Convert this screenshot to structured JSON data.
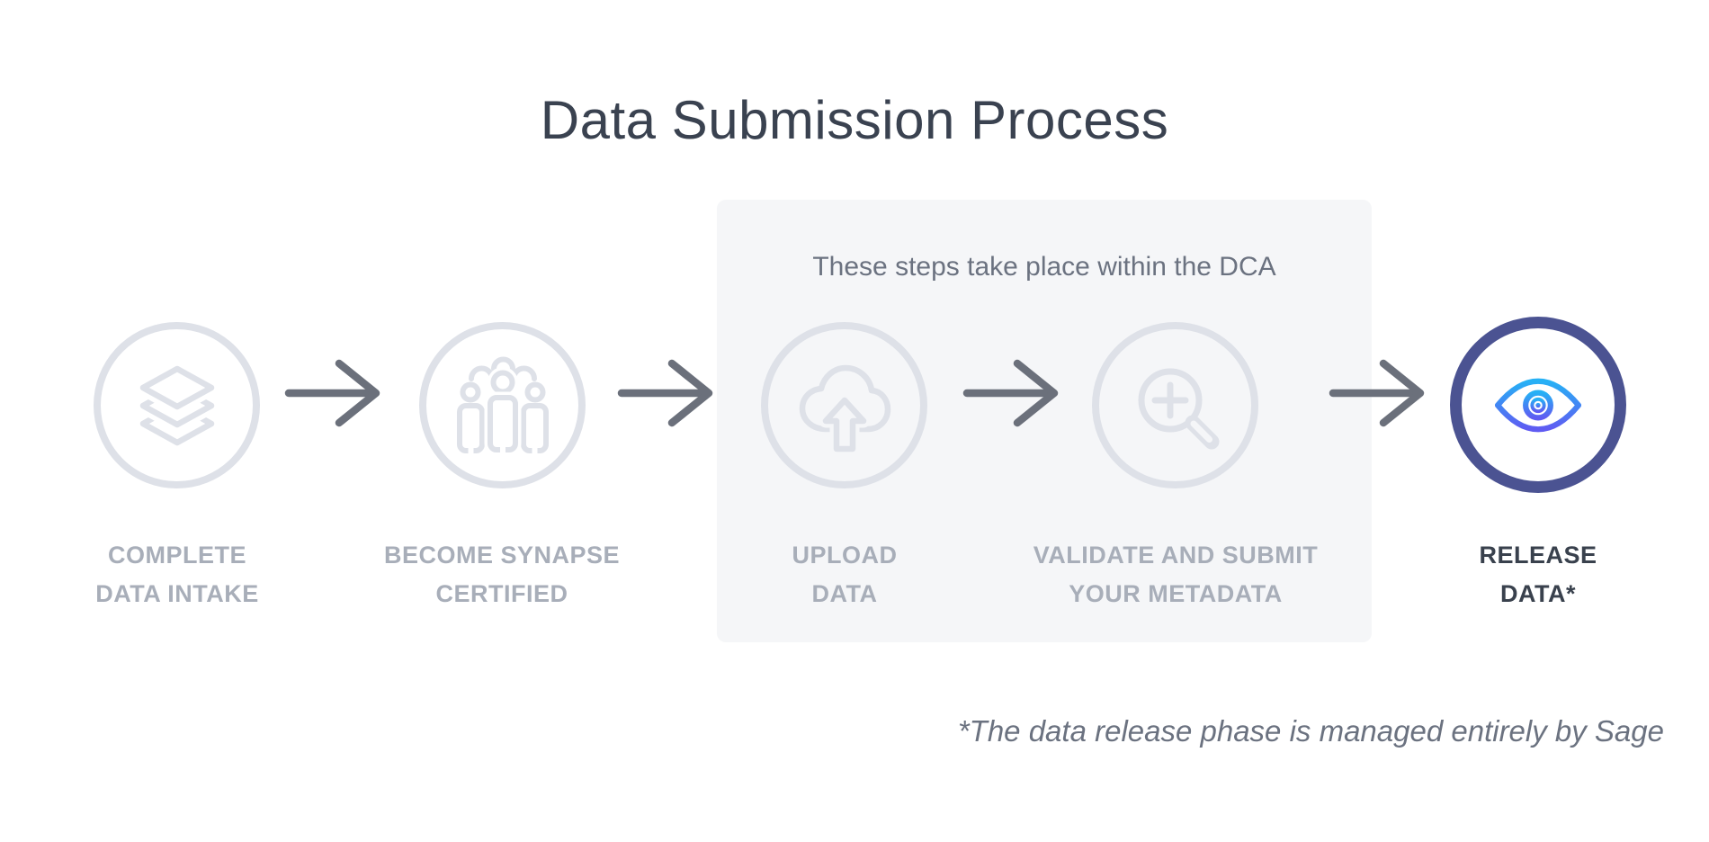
{
  "title": "Data Submission Process",
  "dca_panel": {
    "caption": "These steps take place within the DCA"
  },
  "steps": [
    {
      "line1": "COMPLETE",
      "line2": "DATA INTAKE",
      "icon": "layers-icon",
      "in_dca": false,
      "highlighted": false
    },
    {
      "line1": "BECOME SYNAPSE",
      "line2": "CERTIFIED",
      "icon": "group-certified-icon",
      "in_dca": false,
      "highlighted": false
    },
    {
      "line1": "UPLOAD",
      "line2": "DATA",
      "icon": "cloud-upload-icon",
      "in_dca": true,
      "highlighted": false
    },
    {
      "line1": "VALIDATE AND SUBMIT",
      "line2": "YOUR METADATA",
      "icon": "zoom-in-icon",
      "in_dca": true,
      "highlighted": false
    },
    {
      "line1": "RELEASE",
      "line2": "DATA*",
      "icon": "eye-icon",
      "in_dca": false,
      "highlighted": true
    }
  ],
  "footnote": "*The data release phase is managed entirely by Sage",
  "colors": {
    "background": "#ffffff",
    "panel_bg": "#f5f6f8",
    "title_text": "#3a4250",
    "muted_text": "#6b7280",
    "label_gray": "#a8aeb9",
    "label_dark": "#39414d",
    "icon_gray": "#dee1e8",
    "arrow_gray": "#6b707b",
    "accent_navy": "#4b5392",
    "eye_gradient_top": "#26b1f5",
    "eye_gradient_bottom": "#5f5bf2"
  }
}
